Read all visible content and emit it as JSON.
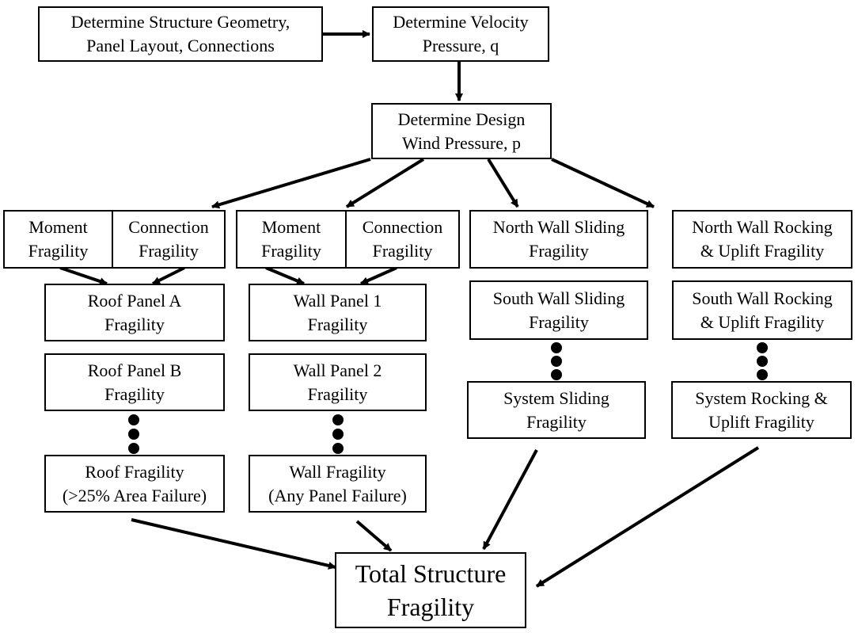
{
  "nodes": {
    "geometry": [
      "Determine Structure Geometry,",
      "Panel Layout, Connections"
    ],
    "velocity": [
      "Determine Velocity",
      "Pressure, q"
    ],
    "design": [
      "Determine Design",
      "Wind Pressure, p"
    ],
    "roof_moment": [
      "Moment",
      "Fragility"
    ],
    "roof_connection": [
      "Connection",
      "Fragility"
    ],
    "wall_moment": [
      "Moment",
      "Fragility"
    ],
    "wall_connection": [
      "Connection",
      "Fragility"
    ],
    "north_sliding": [
      "North Wall Sliding",
      "Fragility"
    ],
    "north_rocking": [
      "North Wall Rocking",
      "& Uplift Fragility"
    ],
    "roof_panel_a": [
      "Roof Panel A",
      "Fragility"
    ],
    "wall_panel_1": [
      "Wall Panel 1",
      "Fragility"
    ],
    "south_sliding": [
      "South Wall Sliding",
      "Fragility"
    ],
    "south_rocking": [
      "South Wall Rocking",
      "& Uplift Fragility"
    ],
    "roof_panel_b": [
      "Roof Panel B",
      "Fragility"
    ],
    "wall_panel_2": [
      "Wall Panel 2",
      "Fragility"
    ],
    "system_sliding": [
      "System Sliding",
      "Fragility"
    ],
    "system_rocking": [
      "System Rocking &",
      "Uplift Fragility"
    ],
    "roof_fragility": [
      "Roof Fragility",
      "(>25% Area Failure)"
    ],
    "wall_fragility": [
      "Wall Fragility",
      "(Any Panel Failure)"
    ],
    "total": [
      "Total Structure",
      "Fragility"
    ]
  }
}
